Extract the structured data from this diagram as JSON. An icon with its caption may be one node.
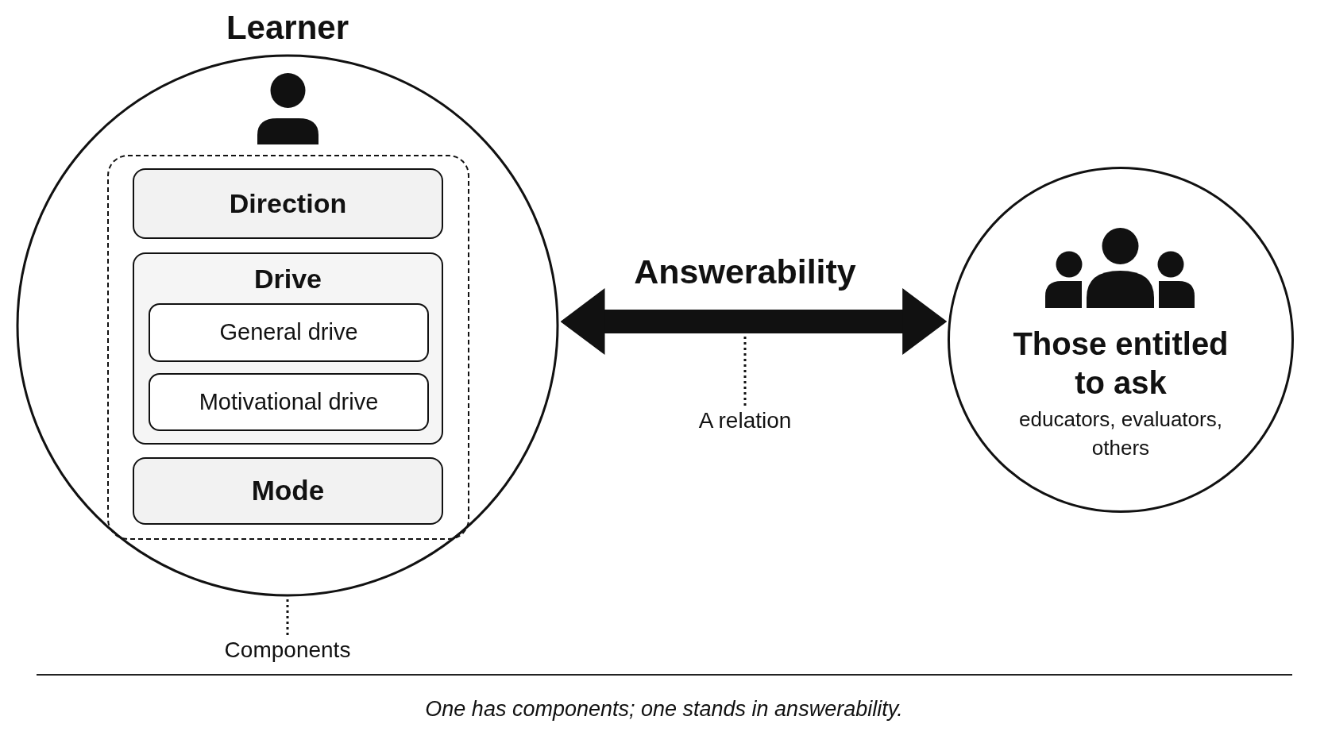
{
  "diagram": {
    "caption": "One has components; one stands in answerability.",
    "nodes": [
      {
        "text": [
          "Learner"
        ]
      },
      {
        "text": [],
        "shape": "box",
        "in": 0
      },
      {
        "text": [
          "Direction"
        ],
        "in": 1
      },
      {
        "text": [
          "Drive"
        ],
        "in": 1
      },
      {
        "text": [
          "General drive"
        ],
        "in": 3
      },
      {
        "text": [
          "Motivational drive"
        ],
        "in": 3
      },
      {
        "text": [
          "Mode"
        ],
        "in": 1
      },
      {
        "text": [
          "Those entitled to ask",
          "educators, evaluators, others"
        ]
      },
      {
        "text": [
          "Components"
        ]
      },
      {
        "text": [
          "A relation"
        ]
      }
    ],
    "edges": [
      {
        "from": 0,
        "to": 7,
        "arrow": "both",
        "label": "Answerability",
        "style": "thick"
      },
      {
        "from": 8,
        "to": 0,
        "arrow": "none",
        "style": "dashed"
      },
      {
        "from": 9,
        "to": null,
        "arrow": "none",
        "style": "dashed"
      }
    ]
  }
}
